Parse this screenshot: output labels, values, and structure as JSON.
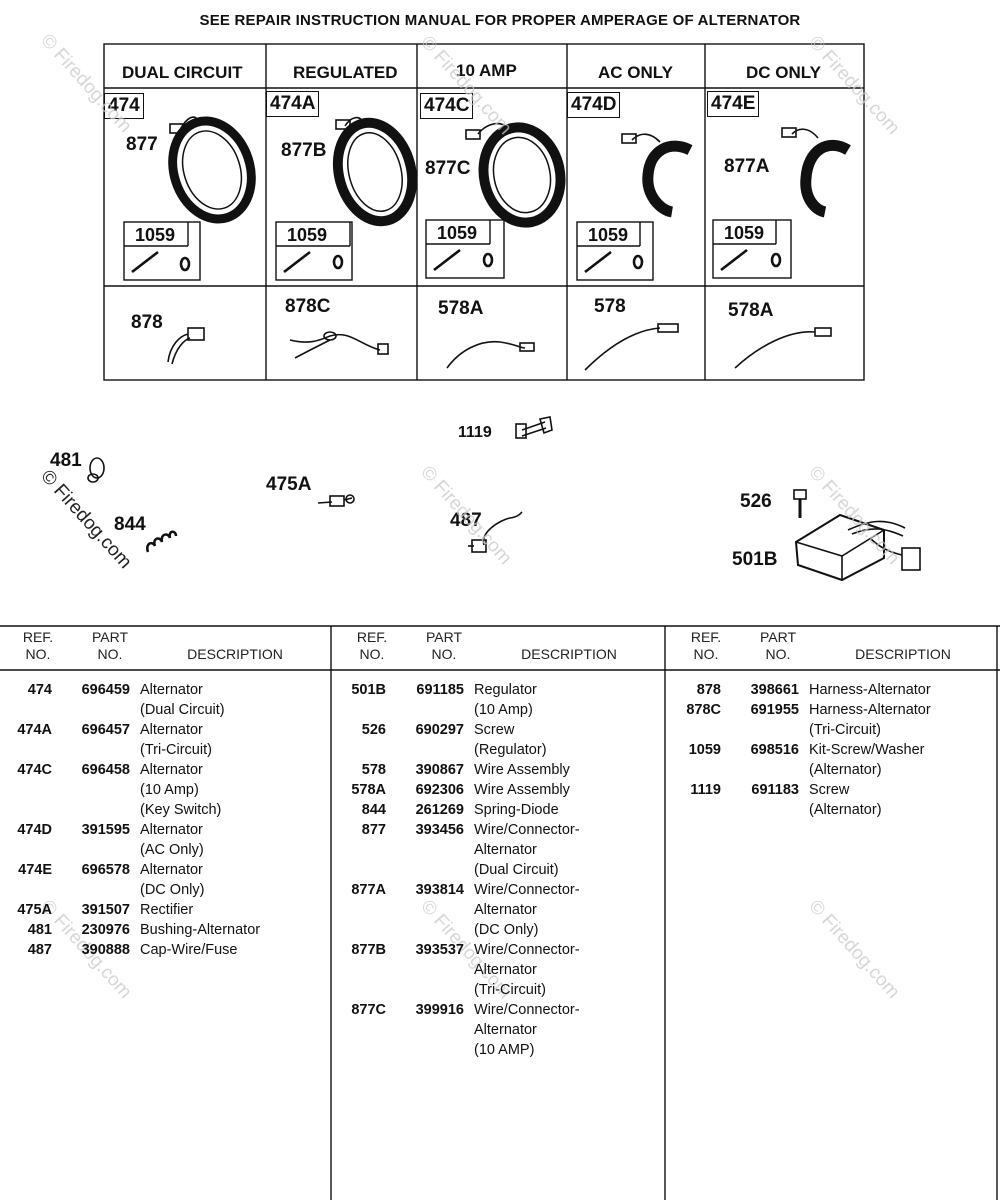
{
  "banner": "SEE REPAIR INSTRUCTION MANUAL FOR PROPER AMPERAGE OF ALTERNATOR",
  "columns": [
    {
      "header": "DUAL CIRCUIT",
      "alternator_ref": "474",
      "stator_ref": "877",
      "kit_ref": "1059",
      "harness_ref": "878"
    },
    {
      "header": "REGULATED",
      "alternator_ref": "474A",
      "stator_ref": "877B",
      "kit_ref": "1059",
      "harness_ref": "878C"
    },
    {
      "header": "10 AMP",
      "alternator_ref": "474C",
      "stator_ref": "877C",
      "kit_ref": "1059",
      "harness_ref": "578A"
    },
    {
      "header": "AC ONLY",
      "alternator_ref": "474D",
      "stator_ref": "",
      "kit_ref": "1059",
      "harness_ref": "578"
    },
    {
      "header": "DC ONLY",
      "alternator_ref": "474E",
      "stator_ref": "877A",
      "kit_ref": "1059",
      "harness_ref": "578A"
    }
  ],
  "loose_parts": {
    "p1119": "1119",
    "p481": "481",
    "p844": "844",
    "p475A": "475A",
    "p487": "487",
    "p526": "526",
    "p501B": "501B"
  },
  "watermark": "© Firedog.com",
  "parts_list": {
    "headers": {
      "ref": "REF.\nNO.",
      "part": "PART\nNO.",
      "desc": "DESCRIPTION"
    },
    "col1": [
      {
        "ref": "474",
        "part": "696459",
        "desc": [
          "Alternator",
          "(Dual Circuit)"
        ]
      },
      {
        "ref": "474A",
        "part": "696457",
        "desc": [
          "Alternator",
          "(Tri-Circuit)"
        ]
      },
      {
        "ref": "474C",
        "part": "696458",
        "desc": [
          "Alternator",
          "(10 Amp)",
          "(Key Switch)"
        ]
      },
      {
        "ref": "474D",
        "part": "391595",
        "desc": [
          "Alternator",
          "(AC Only)"
        ]
      },
      {
        "ref": "474E",
        "part": "696578",
        "desc": [
          "Alternator",
          "(DC Only)"
        ]
      },
      {
        "ref": "475A",
        "part": "391507",
        "desc": [
          "Rectifier"
        ]
      },
      {
        "ref": "481",
        "part": "230976",
        "desc": [
          "Bushing-Alternator"
        ]
      },
      {
        "ref": "487",
        "part": "390888",
        "desc": [
          "Cap-Wire/Fuse"
        ]
      }
    ],
    "col2": [
      {
        "ref": "501B",
        "part": "691185",
        "desc": [
          "Regulator",
          "(10 Amp)"
        ]
      },
      {
        "ref": "526",
        "part": "690297",
        "desc": [
          "Screw",
          "(Regulator)"
        ]
      },
      {
        "ref": "578",
        "part": "390867",
        "desc": [
          "Wire Assembly"
        ]
      },
      {
        "ref": "578A",
        "part": "692306",
        "desc": [
          "Wire Assembly"
        ]
      },
      {
        "ref": "844",
        "part": "261269",
        "desc": [
          "Spring-Diode"
        ]
      },
      {
        "ref": "877",
        "part": "393456",
        "desc": [
          "Wire/Connector-",
          "Alternator",
          "(Dual Circuit)"
        ]
      },
      {
        "ref": "877A",
        "part": "393814",
        "desc": [
          "Wire/Connector-",
          "Alternator",
          "(DC Only)"
        ]
      },
      {
        "ref": "877B",
        "part": "393537",
        "desc": [
          "Wire/Connector-",
          "Alternator",
          "(Tri-Circuit)"
        ]
      },
      {
        "ref": "877C",
        "part": "399916",
        "desc": [
          "Wire/Connector-",
          "Alternator",
          "(10 AMP)"
        ]
      }
    ],
    "col3": [
      {
        "ref": "878",
        "part": "398661",
        "desc": [
          "Harness-Alternator"
        ]
      },
      {
        "ref": "878C",
        "part": "691955",
        "desc": [
          "Harness-Alternator",
          "(Tri-Circuit)"
        ]
      },
      {
        "ref": "1059",
        "part": "698516",
        "desc": [
          "Kit-Screw/Washer",
          "(Alternator)"
        ]
      },
      {
        "ref": "1119",
        "part": "691183",
        "desc": [
          "Screw",
          "(Alternator)"
        ]
      }
    ]
  }
}
